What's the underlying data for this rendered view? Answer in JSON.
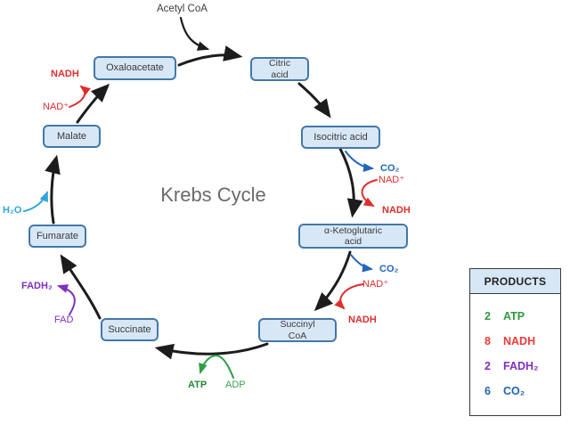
{
  "title": "Krebs Cycle",
  "acetyl_coa_label": "Acetyl CoA",
  "boxes": {
    "oxaloacetate": "Oxaloacetate",
    "citric": "Citric\nacid",
    "isocitric": "Isocitric acid",
    "ketoglutaric": "α-Ketoglutaric\nacid",
    "succinyl": "Succinyl\nCoA",
    "succinate": "Succinate",
    "fumarate": "Fumarate",
    "malate": "Malate"
  },
  "cofactors": {
    "nad_left": "NAD⁺",
    "nadh_left": "NADH",
    "h2o": "H₂O",
    "fadh2": "FADH₂",
    "fad": "FAD",
    "atp": "ATP",
    "adp": "ADP",
    "co2_1": "CO₂",
    "nad_1": "NAD⁺",
    "nadh_1": "NADH",
    "co2_2": "CO₂",
    "nad_2": "NAD⁺",
    "nadh_2": "NADH"
  },
  "products": {
    "header": "PRODUCTS",
    "rows": [
      {
        "count": "2",
        "name": "ATP",
        "color": "#2e9b3d"
      },
      {
        "count": "8",
        "name": "NADH",
        "color": "#ef3b36"
      },
      {
        "count": "2",
        "name": "FADH₂",
        "color": "#7e2fc2"
      },
      {
        "count": "6",
        "name": "CO₂",
        "color": "#2163b8"
      }
    ]
  },
  "colors": {
    "box_fill": "#d8e7f6",
    "box_border": "#4278aa",
    "arrow_black": "#1c1c1c",
    "red": "#e02d2d",
    "blue": "#2166bb",
    "cyan": "#31a6d9",
    "purple": "#7e30c0",
    "green": "#2f9e44",
    "title_gray": "#6a6a6a"
  }
}
